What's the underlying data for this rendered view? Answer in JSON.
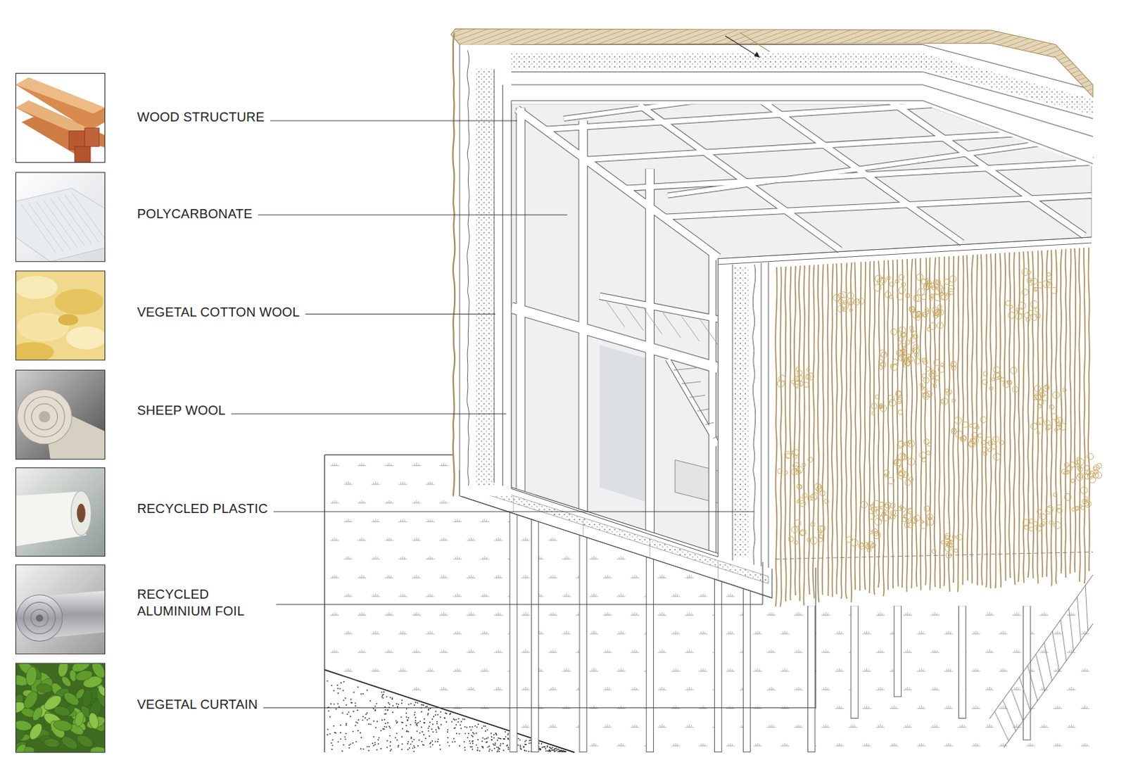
{
  "diagram": {
    "labels": [
      "WOOD STRUCTURE",
      "POLYCARBONATE",
      "VEGETAL COTTON WOOL",
      "SHEEP WOOL",
      "RECYCLED PLASTIC",
      "RECYCLED ALUMINIUM FOIL",
      "VEGETAL CURTAIN"
    ]
  }
}
